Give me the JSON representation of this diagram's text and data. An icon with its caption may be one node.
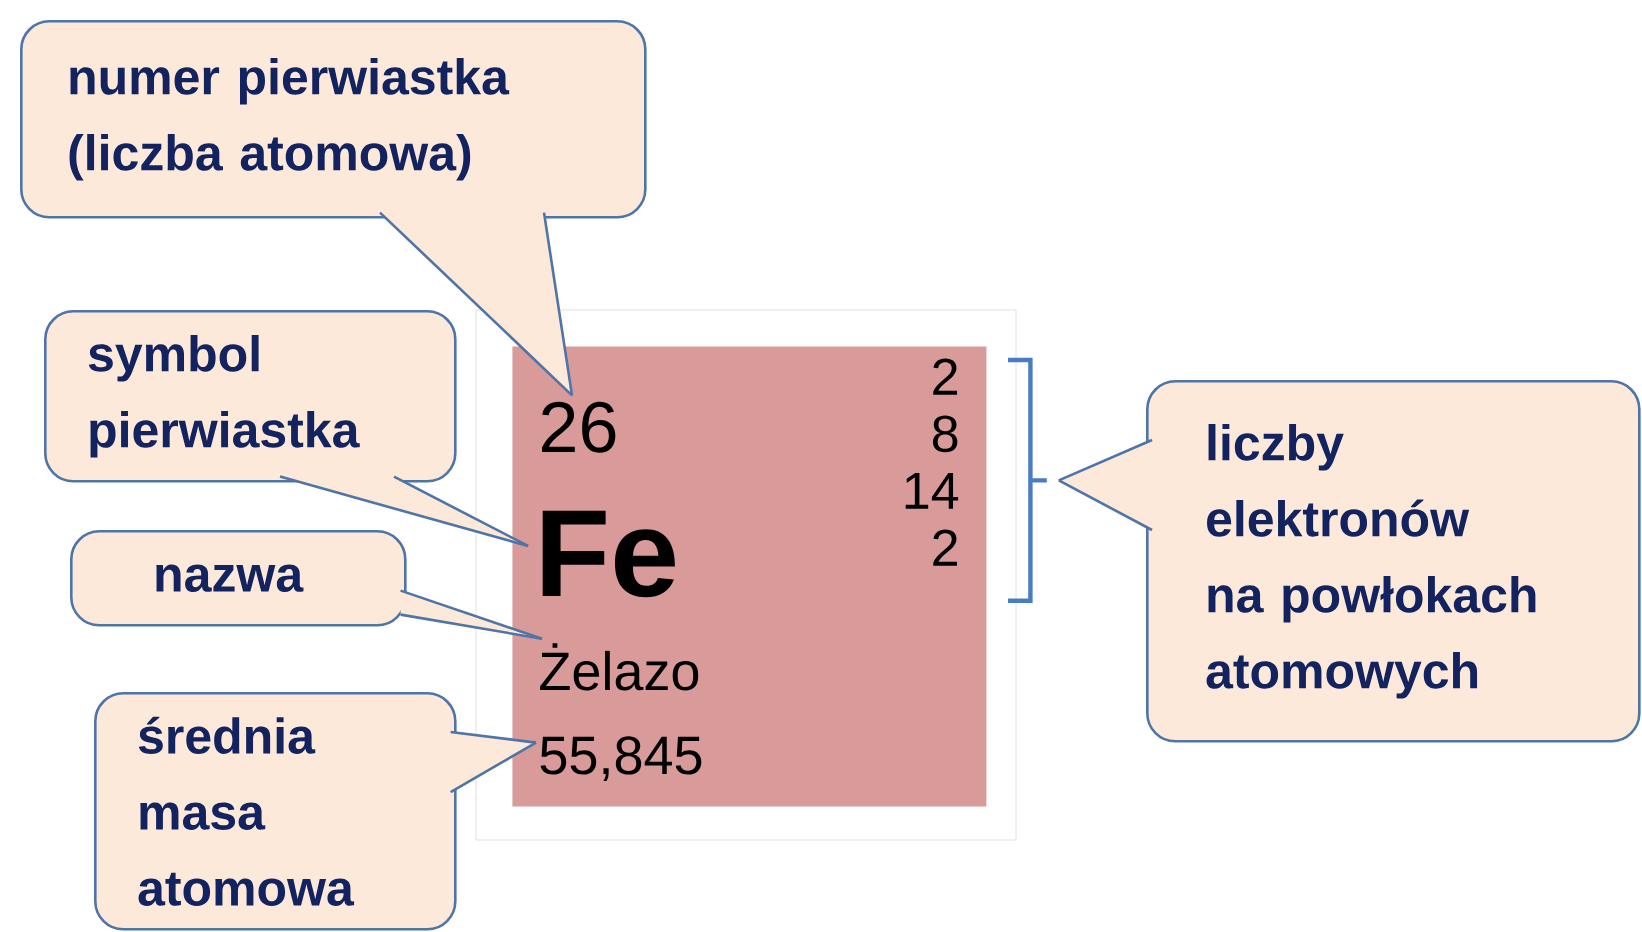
{
  "diagram": {
    "nodes": [
      {
        "text": [
          "numer pierwiastka (liczba atomowa)"
        ]
      },
      {
        "text": [
          "symbol pierwiastka"
        ]
      },
      {
        "text": [
          "nazwa"
        ]
      },
      {
        "text": [
          "średnia masa atomowa"
        ]
      },
      {
        "text": [
          "liczby elektronów na powłokach atomowych"
        ]
      },
      {
        "text": [],
        "shape": "box"
      },
      {
        "text": [
          "26"
        ],
        "in": 5
      },
      {
        "text": [
          "Fe"
        ],
        "in": 5
      },
      {
        "text": [
          "Żelazo"
        ],
        "in": 5
      },
      {
        "text": [
          "55,845"
        ],
        "in": 5
      },
      {
        "text": [
          "2",
          "8",
          "14",
          "2"
        ],
        "in": 5
      },
      {
        "text": [],
        "shape": "bracket"
      }
    ],
    "edges": [
      {
        "from": 0,
        "to": 6,
        "arrow": "none"
      },
      {
        "from": 1,
        "to": 7,
        "arrow": "none"
      },
      {
        "from": 2,
        "to": 8,
        "arrow": "none"
      },
      {
        "from": 3,
        "to": 9,
        "arrow": "to"
      },
      {
        "from": 4,
        "to": 11,
        "arrow": "to"
      }
    ]
  }
}
